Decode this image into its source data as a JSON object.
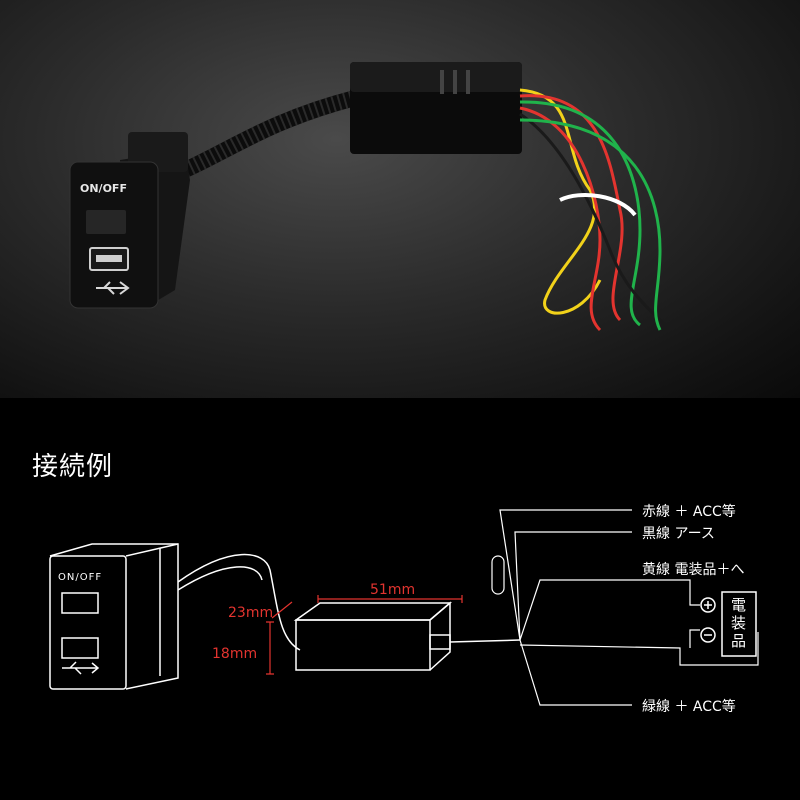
{
  "photo": {
    "switch_label": "ON/OFF"
  },
  "diagram": {
    "title": "接続例",
    "switch_label": "ON/OFF",
    "dimensions": {
      "width": "51mm",
      "depth": "23mm",
      "height": "18mm"
    },
    "wires": [
      {
        "label": "赤線 ＋ ACC等",
        "color": "#e3342f"
      },
      {
        "label": "黒線 アース",
        "color": "#111111"
      },
      {
        "label": "黄線 電装品＋へ",
        "color": "#f2d21a"
      },
      {
        "label": "緑線 ＋ ACC等",
        "color": "#20b34b"
      }
    ],
    "device": {
      "label": "電装品",
      "plus": "⊕",
      "minus": "⊖"
    }
  }
}
